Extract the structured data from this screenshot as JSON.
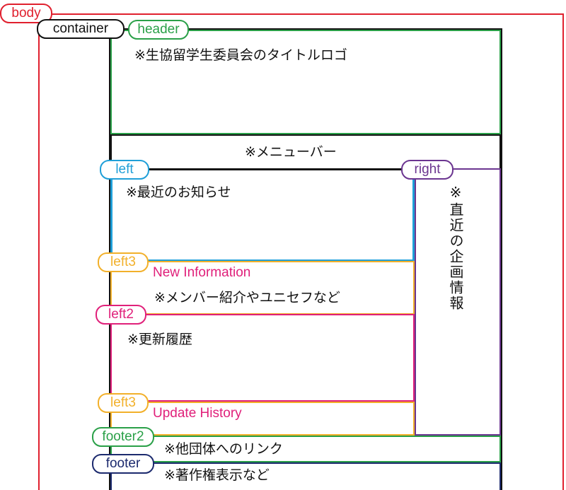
{
  "colors": {
    "body": "#e0202e",
    "container": "#111111",
    "header": "#2aa048",
    "menu": "#111111",
    "left": "#1f9fd8",
    "right": "#6b3590",
    "left3": "#f2b02a",
    "left2": "#e0207a",
    "footer2": "#2aa048",
    "footer": "#1c2a6e",
    "pink_text": "#e0207a"
  },
  "labels": {
    "body": "body",
    "container": "container",
    "header": "header",
    "left": "left",
    "right": "right",
    "left3_a": "left3",
    "left2": "left2",
    "left3_b": "left3",
    "footer2": "footer2",
    "footer": "footer"
  },
  "notes": {
    "header": "※生協留学生委員会のタイトルロゴ",
    "menu": "※メニューバー",
    "left": "※最近のお知らせ",
    "right": "※直近の企画情報",
    "left3_a_title": "New Information",
    "left3_a": "※メンバー紹介やユニセフなど",
    "left2": "※更新履歴",
    "left3_b_title": "Update History",
    "footer2": "※他団体へのリンク",
    "footer": "※著作権表示など"
  }
}
